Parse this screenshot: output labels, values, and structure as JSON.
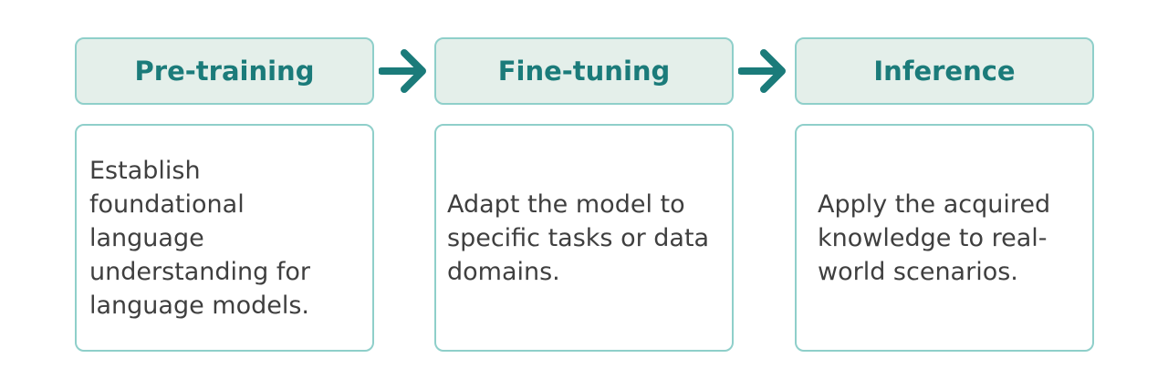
{
  "stages": [
    {
      "title": "Pre-training",
      "description": "Establish foundational language understanding for language models."
    },
    {
      "title": "Fine-tuning",
      "description": "Adapt the model to specific tasks or data domains."
    },
    {
      "title": "Inference",
      "description": "Apply the acquired knowledge to real-world scenarios."
    }
  ],
  "colors": {
    "header_fill": "#e4efea",
    "border": "#8fcfca",
    "title_text": "#1b7b7a",
    "arrow": "#1b7b7a",
    "body_text": "#3f3f3f"
  },
  "icons": {
    "connector": "right-arrow-icon"
  }
}
